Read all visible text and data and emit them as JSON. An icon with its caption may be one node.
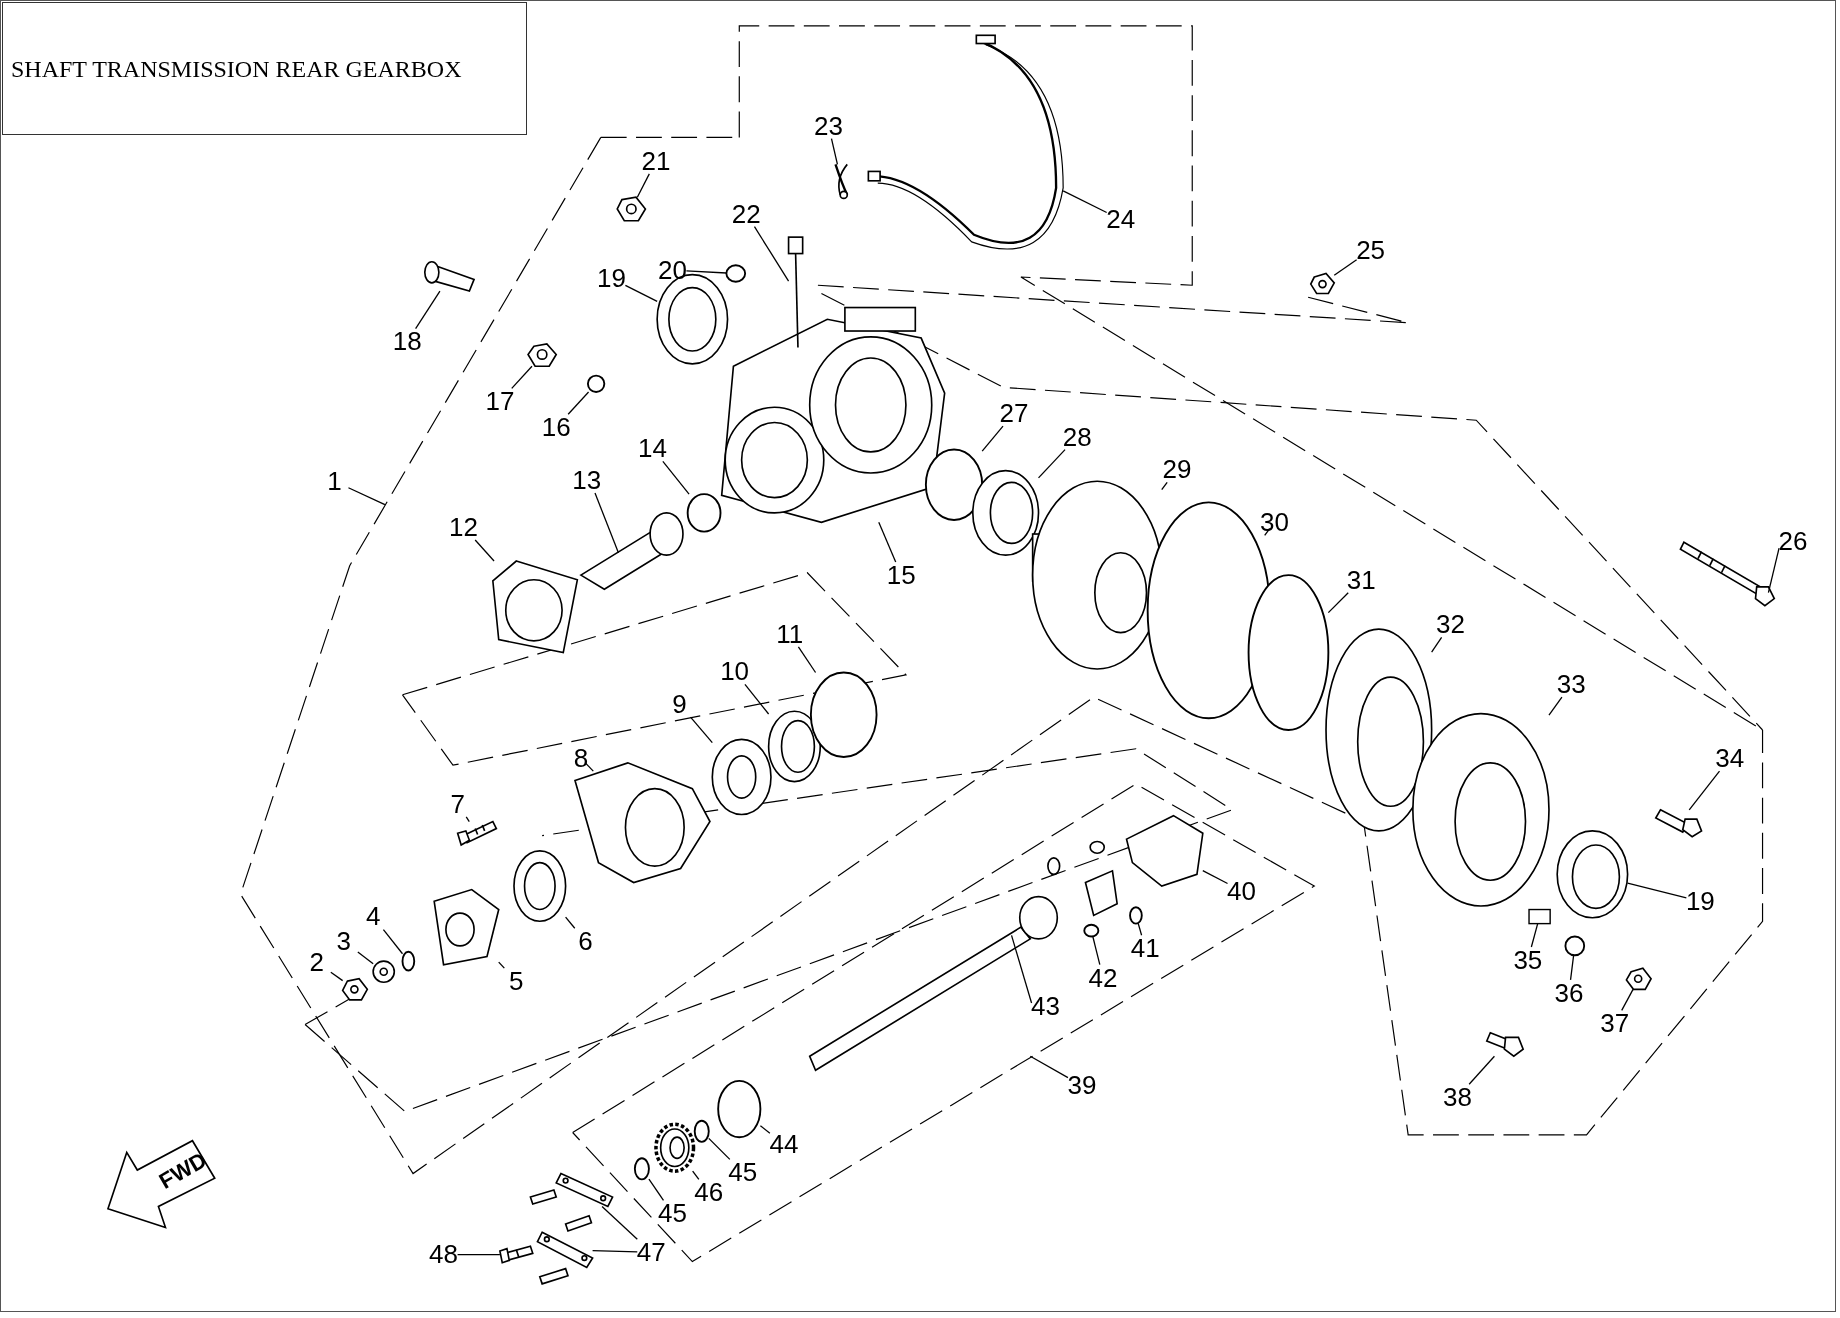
{
  "diagram": {
    "title": "SHAFT TRANSMISSION REAR GEARBOX",
    "nodes": [
      {
        "text": [
          "1"
        ]
      },
      {
        "text": [
          "2"
        ]
      },
      {
        "text": [
          "3"
        ]
      },
      {
        "text": [
          "4"
        ]
      },
      {
        "text": [
          "5"
        ]
      },
      {
        "text": [
          "6"
        ]
      },
      {
        "text": [
          "7"
        ]
      },
      {
        "text": [
          "8"
        ]
      },
      {
        "text": [
          "9"
        ]
      },
      {
        "text": [
          "10"
        ]
      },
      {
        "text": [
          "11"
        ]
      },
      {
        "text": [
          "12"
        ]
      },
      {
        "text": [
          "13"
        ]
      },
      {
        "text": [
          "14"
        ]
      },
      {
        "text": [
          "15"
        ]
      },
      {
        "text": [
          "16"
        ]
      },
      {
        "text": [
          "17"
        ]
      },
      {
        "text": [
          "18"
        ]
      },
      {
        "text": [
          "19"
        ]
      },
      {
        "text": [
          "20"
        ]
      },
      {
        "text": [
          "21"
        ]
      },
      {
        "text": [
          "22"
        ]
      },
      {
        "text": [
          "23"
        ]
      },
      {
        "text": [
          "24"
        ]
      },
      {
        "text": [
          "25"
        ]
      },
      {
        "text": [
          "26"
        ]
      },
      {
        "text": [
          "27"
        ]
      },
      {
        "text": [
          "28"
        ]
      },
      {
        "text": [
          "29"
        ]
      },
      {
        "text": [
          "30"
        ]
      },
      {
        "text": [
          "31"
        ]
      },
      {
        "text": [
          "32"
        ]
      },
      {
        "text": [
          "33"
        ]
      },
      {
        "text": [
          "34"
        ]
      },
      {
        "text": [
          "19"
        ]
      },
      {
        "text": [
          "35"
        ]
      },
      {
        "text": [
          "36"
        ]
      },
      {
        "text": [
          "37"
        ]
      },
      {
        "text": [
          "38"
        ]
      },
      {
        "text": [
          "39"
        ]
      },
      {
        "text": [
          "40"
        ]
      },
      {
        "text": [
          "41"
        ]
      },
      {
        "text": [
          "42"
        ]
      },
      {
        "text": [
          "43"
        ]
      },
      {
        "text": [
          "44"
        ]
      },
      {
        "text": [
          "45"
        ]
      },
      {
        "text": [
          "45"
        ]
      },
      {
        "text": [
          "46"
        ]
      },
      {
        "text": [
          "47"
        ]
      },
      {
        "text": [
          "48"
        ]
      },
      {
        "text": [],
        "shape": "picture"
      },
      {
        "text": [],
        "shape": "picture"
      },
      {
        "text": [],
        "shape": "circle"
      },
      {
        "text": [],
        "shape": "picture"
      },
      {
        "text": [],
        "shape": "picture"
      },
      {
        "text": [],
        "shape": "picture"
      },
      {
        "text": [],
        "shape": "picture"
      },
      {
        "text": [],
        "shape": "picture"
      },
      {
        "text": [],
        "shape": "picture"
      },
      {
        "text": [],
        "shape": "circle"
      },
      {
        "text": [],
        "shape": "picture"
      },
      {
        "text": [],
        "shape": "picture"
      },
      {
        "text": [],
        "shape": "circle"
      },
      {
        "text": [],
        "shape": "picture"
      },
      {
        "text": [],
        "shape": "circle"
      },
      {
        "text": [],
        "shape": "picture"
      },
      {
        "text": [],
        "shape": "picture"
      },
      {
        "text": [],
        "shape": "picture"
      },
      {
        "text": [],
        "shape": "circle"
      },
      {
        "text": [],
        "shape": "picture"
      },
      {
        "text": [],
        "shape": "picture"
      },
      {
        "text": [],
        "shape": "picture"
      },
      {
        "text": [],
        "shape": "picture"
      },
      {
        "text": [],
        "shape": "picture"
      },
      {
        "text": [],
        "shape": "picture"
      },
      {
        "text": [],
        "shape": "circle"
      },
      {
        "text": [],
        "shape": "picture"
      },
      {
        "text": [],
        "shape": "picture"
      },
      {
        "text": [],
        "shape": "circle"
      },
      {
        "text": [],
        "shape": "circle"
      },
      {
        "text": [],
        "shape": "picture"
      },
      {
        "text": [],
        "shape": "picture"
      },
      {
        "text": [],
        "shape": "picture"
      },
      {
        "text": [],
        "shape": "picture"
      },
      {
        "text": [],
        "shape": "box"
      },
      {
        "text": [],
        "shape": "circle"
      },
      {
        "text": [],
        "shape": "picture"
      },
      {
        "text": [],
        "shape": "picture"
      },
      {
        "text": [],
        "shape": "picture"
      },
      {
        "text": [],
        "shape": "circle"
      },
      {
        "text": [],
        "shape": "circle"
      },
      {
        "text": [],
        "shape": "picture"
      },
      {
        "text": [],
        "shape": "circle"
      },
      {
        "text": [],
        "shape": "circle"
      },
      {
        "text": [],
        "shape": "circle"
      },
      {
        "text": [],
        "shape": "picture"
      },
      {
        "text": [],
        "shape": "picture"
      },
      {
        "text": [],
        "shape": "picture"
      },
      {
        "text": [],
        "shape": "picture"
      }
    ],
    "edges": [
      {
        "from": 0,
        "to": null,
        "arrow": "none"
      },
      {
        "from": 1,
        "to": 50,
        "arrow": "none"
      },
      {
        "from": 2,
        "to": 51,
        "arrow": "none"
      },
      {
        "from": 3,
        "to": 52,
        "arrow": "none"
      },
      {
        "from": 4,
        "to": 53,
        "arrow": "none"
      },
      {
        "from": 5,
        "to": 54,
        "arrow": "none"
      },
      {
        "from": 6,
        "to": 55,
        "arrow": "none"
      },
      {
        "from": 7,
        "to": 56,
        "arrow": "none"
      },
      {
        "from": 8,
        "to": 57,
        "arrow": "none"
      },
      {
        "from": 9,
        "to": 58,
        "arrow": "none"
      },
      {
        "from": 10,
        "to": 59,
        "arrow": "none"
      },
      {
        "from": 11,
        "to": 60,
        "arrow": "none"
      },
      {
        "from": 12,
        "to": 61,
        "arrow": "none"
      },
      {
        "from": 13,
        "to": 62,
        "arrow": "none"
      },
      {
        "from": 14,
        "to": 63,
        "arrow": "none"
      },
      {
        "from": 15,
        "to": 64,
        "arrow": "none"
      },
      {
        "from": 16,
        "to": 65,
        "arrow": "none"
      },
      {
        "from": 17,
        "to": 66,
        "arrow": "none"
      },
      {
        "from": 18,
        "to": 67,
        "arrow": "none"
      },
      {
        "from": 19,
        "to": 68,
        "arrow": "none"
      },
      {
        "from": 20,
        "to": 69,
        "arrow": "none"
      },
      {
        "from": 21,
        "to": 70,
        "arrow": "none"
      },
      {
        "from": 22,
        "to": 71,
        "arrow": "none"
      },
      {
        "from": 23,
        "to": 72,
        "arrow": "none"
      },
      {
        "from": 24,
        "to": 73,
        "arrow": "none"
      },
      {
        "from": 25,
        "to": 74,
        "arrow": "none"
      },
      {
        "from": 26,
        "to": 75,
        "arrow": "none"
      },
      {
        "from": 27,
        "to": 76,
        "arrow": "none"
      },
      {
        "from": 28,
        "to": 77,
        "arrow": "none"
      },
      {
        "from": 29,
        "to": 78,
        "arrow": "none"
      },
      {
        "from": 30,
        "to": 79,
        "arrow": "none"
      },
      {
        "from": 31,
        "to": 80,
        "arrow": "none"
      },
      {
        "from": 32,
        "to": 81,
        "arrow": "none"
      },
      {
        "from": 33,
        "to": 82,
        "arrow": "none"
      },
      {
        "from": 34,
        "to": 83,
        "arrow": "none"
      },
      {
        "from": 35,
        "to": 84,
        "arrow": "none"
      },
      {
        "from": 36,
        "to": 85,
        "arrow": "none"
      },
      {
        "from": 37,
        "to": 86,
        "arrow": "none"
      },
      {
        "from": 38,
        "to": 87,
        "arrow": "none"
      },
      {
        "from": 39,
        "to": null,
        "arrow": "none"
      },
      {
        "from": 40,
        "to": 88,
        "arrow": "none"
      },
      {
        "from": 41,
        "to": 89,
        "arrow": "none"
      },
      {
        "from": 42,
        "to": 90,
        "arrow": "none"
      },
      {
        "from": 43,
        "to": 91,
        "arrow": "none"
      },
      {
        "from": 44,
        "to": 92,
        "arrow": "none"
      },
      {
        "from": 45,
        "to": 93,
        "arrow": "none"
      },
      {
        "from": 46,
        "to": 94,
        "arrow": "none"
      },
      {
        "from": 47,
        "to": 95,
        "arrow": "none"
      },
      {
        "from": 48,
        "to": 96,
        "arrow": "none"
      },
      {
        "from": 49,
        "to": 97,
        "arrow": "none"
      },
      {
        "from": 48,
        "to": 98,
        "arrow": "none"
      }
    ],
    "labels": [
      "FWD"
    ]
  }
}
